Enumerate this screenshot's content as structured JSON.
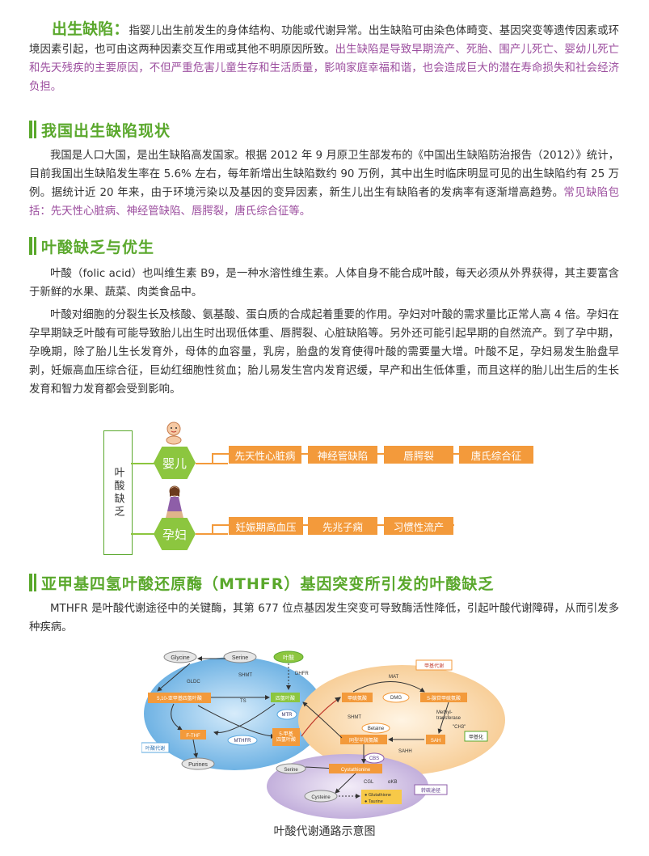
{
  "intro": {
    "title": "出生缺陷：",
    "text": "指婴儿出生前发生的身体结构、功能或代谢异常。出生缺陷可由染色体畸变、基因突变等遗传因素或环境因素引起，也可由这两种因素交互作用或其他不明原因所致。",
    "highlight": "出生缺陷是导致早期流产、死胎、围产儿死亡、婴幼儿死亡和先天残疾的主要原因，不但严重危害儿童生存和生活质量，影响家庭幸福和谐，也会造成巨大的潜在寿命损失和社会经济负担。"
  },
  "section1": {
    "title": "我国出生缺陷现状",
    "text": "我国是人口大国，是出生缺陷高发国家。根据 2012 年 9 月原卫生部发布的《中国出生缺陷防治报告（2012）》统计，目前我国出生缺陷发生率在 5.6% 左右，每年新增出生缺陷数约 90 万例，其中出生时临床明显可见的出生缺陷约有 25 万例。据统计近 20 年来，由于环境污染以及基因的变异因素，新生儿出生有缺陷者的发病率有逐渐增高趋势。",
    "highlight": "常见缺陷包括：先天性心脏病、神经管缺陷、唇腭裂，唐氏综合征等。"
  },
  "section2": {
    "title": "叶酸缺乏与优生",
    "para1": "叶酸（folic acid）也叫维生素 B9，是一种水溶性维生素。人体自身不能合成叶酸，每天必须从外界获得，其主要富含于新鲜的水果、蔬菜、肉类食品中。",
    "para2": "叶酸对细胞的分裂生长及核酸、氨基酸、蛋白质的合成起着重要的作用。孕妇对叶酸的需求量比正常人高 4 倍。孕妇在孕早期缺乏叶酸有可能导致胎儿出生时出现低体重、唇腭裂、心脏缺陷等。另外还可能引起早期的自然流产。到了孕中期，孕晚期，除了胎儿生长发育外，母体的血容量，乳房，胎盘的发育使得叶酸的需要量大增。叶酸不足，孕妇易发生胎盘早剥，妊娠高血压综合征，巨幼红细胞性贫血；胎儿易发生宫内发育迟缓，早产和出生低体重，而且这样的胎儿出生后的生长发育和智力发育都会受到影响。"
  },
  "mindmap": {
    "root": "叶酸缺乏",
    "infant": {
      "label": "婴儿",
      "items": [
        "先天性心脏病",
        "神经管缺陷",
        "唇腭裂",
        "唐氏综合征"
      ]
    },
    "pregnant": {
      "label": "孕妇",
      "items": [
        "妊娠期高血压",
        "先兆子痫",
        "习惯性流产"
      ]
    }
  },
  "section3": {
    "title": "亚甲基四氢叶酸还原酶（MTHFR）基因突变所引发的叶酸缺乏",
    "text": "MTHFR 是叶酸代谢途径中的关键酶，其第 677 位点基因发生突变可导致酶活性降低，引起叶酸代谢障碍，从而引发多种疾病。"
  },
  "pathway": {
    "caption": "叶酸代谢通路示意图",
    "labels": {
      "glycine": "Glycine",
      "serine_top": "Serine",
      "folate": "叶酸",
      "dhfr": "DHFR",
      "gldc": "GLDC",
      "shmt_left": "SHMT",
      "ts": "TS",
      "methylene_thf": "5,10-亚甲基四氢叶酸",
      "thf": "四氢叶酸",
      "mtr": "MTR",
      "f_thf": "F-THF",
      "mthfr": "MTHFR",
      "methyl_thf": "5-甲基\n四氢叶酸",
      "purines": "Purines",
      "folate_metabolism": "叶酸代谢",
      "methylation": "甲基代谢",
      "mat": "MAT",
      "methionine": "甲硫氨酸",
      "dmg": "DMG",
      "sam": "S-腺苷甲硫氨酸",
      "shmt_right": "SHMT",
      "betaine": "Betaine",
      "methyltransferase": "Methyl-\ntransferase",
      "ch3": "\"CH3\"",
      "methylated": "甲基化",
      "homocysteine": "同型半胱氨酸",
      "sah": "SAH",
      "sahh": "SAHH",
      "serine_bottom": "Serine",
      "cbs": "CBS",
      "cystathionine": "Cystathionine",
      "cgl": "CGL",
      "akb": "αKB",
      "cysteine": "Cysteine",
      "glutathione": "● Glutathione",
      "taurine": "● Taurine",
      "transsulfuration": "转硫途径"
    }
  },
  "colors": {
    "green": "#5aa82c",
    "lightgreen": "#8cc63f",
    "orange": "#f39a3b",
    "purple": "#9b4d9e"
  }
}
